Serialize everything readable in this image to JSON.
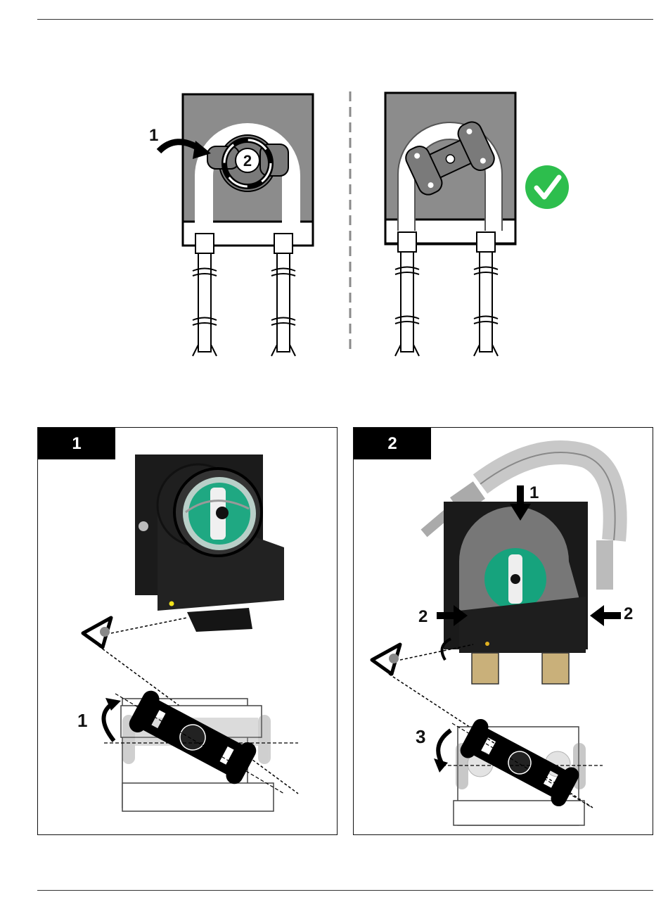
{
  "figure": {
    "callouts": {
      "step_1": "1",
      "step_2": "2"
    },
    "check_color": "#2dbe4d",
    "check_icon": "checkmark-icon"
  },
  "panels": [
    {
      "label": "1",
      "callouts": {
        "rotate": "1"
      }
    },
    {
      "label": "2",
      "callouts": {
        "press_down": "1",
        "press_left": "2",
        "press_right": "2",
        "rotate": "3"
      }
    }
  ]
}
